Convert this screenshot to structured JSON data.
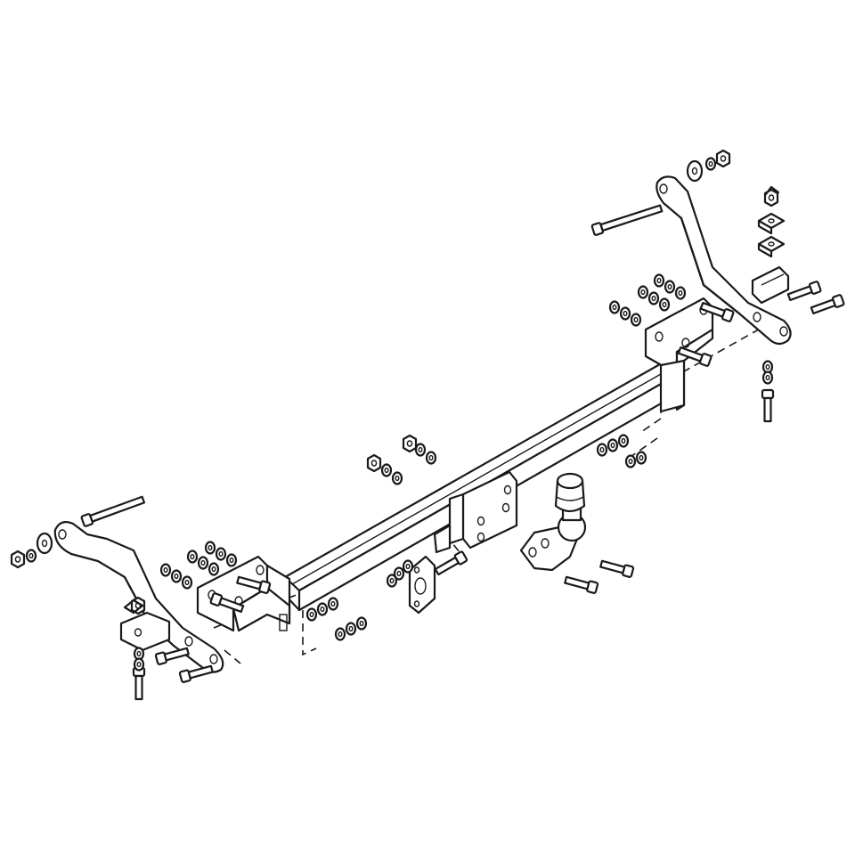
{
  "diagram": {
    "colors": {
      "line": "#1a1a1a",
      "background": "#ffffff"
    },
    "parts": [
      "main-crossbar",
      "left-side-bracket",
      "right-side-bracket",
      "left-mount-plate",
      "right-mount-plate",
      "center-tow-plate",
      "ball-hitch",
      "ball-cover",
      "socket-plate",
      "bolts",
      "nuts",
      "washers"
    ]
  }
}
